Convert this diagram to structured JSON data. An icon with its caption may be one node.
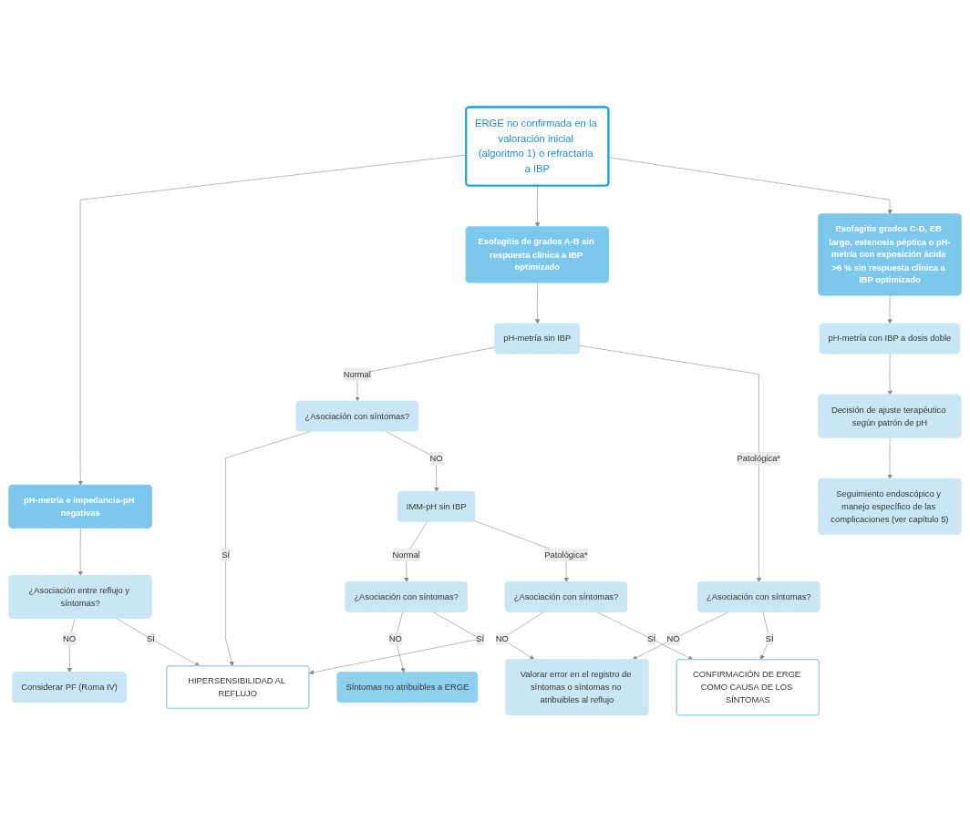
{
  "diagram": {
    "nodes": [
      {
        "text": [
          "ERGE no confirmada en la valoración inicial (algoritmo 1) o refractaria a IBP"
        ]
      },
      {
        "text": [
          "pH-metría e impedancia-pH negativas"
        ]
      },
      {
        "text": [
          "Esofagitis de grados A-B sin respuesta clínica a IBP optimizado"
        ]
      },
      {
        "text": [
          "Esofagitis grados C-D, EB largo, estenosis péptica o pH-metría con exposición ácida >6 % sin respuesta clínica a IBP optimizado"
        ]
      },
      {
        "text": [
          "¿Asociación entre reflujo y síntomas?"
        ]
      },
      {
        "text": [
          "pH-metría sin IBP"
        ]
      },
      {
        "text": [
          "pH-metría con IBP a dosis doble"
        ]
      },
      {
        "text": [
          "Considerar PF (Roma IV)"
        ]
      },
      {
        "text": [
          "HIPERSENSIBILIDAD AL REFLUJO"
        ]
      },
      {
        "text": [
          "¿Asociación con síntomas?"
        ]
      },
      {
        "text": [
          "¿Asociación con síntomas?"
        ]
      },
      {
        "text": [
          "Decisión de ajuste terapéutico según patrón de pH"
        ]
      },
      {
        "text": [
          "Valorar error en el registro de síntomas o síntomas no atribuibles al reflujo"
        ]
      },
      {
        "text": [
          "IMM-pH sin IBP"
        ]
      },
      {
        "text": [
          "Seguimiento endoscópico y manejo específico de las complicaciones (ver capítulo 5)"
        ]
      },
      {
        "text": [
          "Síntomas no atribuibles a ERGE"
        ]
      },
      {
        "text": [
          "¿Asociación con síntomas?"
        ]
      },
      {
        "text": [
          "¿Asociación con síntomas?"
        ]
      },
      {
        "text": [
          "CONFIRMACIÓN DE ERGE COMO CAUSA DE LOS SÍNTOMAS"
        ]
      }
    ],
    "edges": [
      {
        "from": 0,
        "to": 1,
        "arrow": "to"
      },
      {
        "from": 0,
        "to": 2,
        "arrow": "to"
      },
      {
        "from": 0,
        "to": 3,
        "arrow": "to"
      },
      {
        "from": 1,
        "to": 4,
        "arrow": "to"
      },
      {
        "from": 4,
        "to": 7,
        "arrow": "to",
        "label": "NO"
      },
      {
        "from": 4,
        "to": 8,
        "arrow": "to",
        "label": "SÍ"
      },
      {
        "from": 2,
        "to": 5,
        "arrow": "to"
      },
      {
        "from": 5,
        "to": 9,
        "arrow": "to",
        "label": "Normal"
      },
      {
        "from": 5,
        "to": 10,
        "arrow": "to",
        "label": "Patológica*"
      },
      {
        "from": 9,
        "to": 8,
        "arrow": "to",
        "label": "SÍ"
      },
      {
        "from": 9,
        "to": 13,
        "arrow": "to",
        "label": "NO"
      },
      {
        "from": 10,
        "to": 12,
        "arrow": "to",
        "label": "NO"
      },
      {
        "from": 10,
        "to": 18,
        "arrow": "to",
        "label": "SÍ"
      },
      {
        "from": 3,
        "to": 6,
        "arrow": "to"
      },
      {
        "from": 6,
        "to": 11,
        "arrow": "to"
      },
      {
        "from": 11,
        "to": 14,
        "arrow": "to"
      },
      {
        "from": 13,
        "to": 16,
        "arrow": "to",
        "label": "Normal"
      },
      {
        "from": 13,
        "to": 17,
        "arrow": "to",
        "label": "Patológica*"
      },
      {
        "from": 16,
        "to": 15,
        "arrow": "to",
        "label": "NO"
      },
      {
        "from": 16,
        "to": 8,
        "arrow": "to",
        "label": "SÍ"
      },
      {
        "from": 17,
        "to": 12,
        "arrow": "to",
        "label": "NO"
      },
      {
        "from": 17,
        "to": 18,
        "arrow": "to",
        "label": "SÍ"
      }
    ]
  }
}
